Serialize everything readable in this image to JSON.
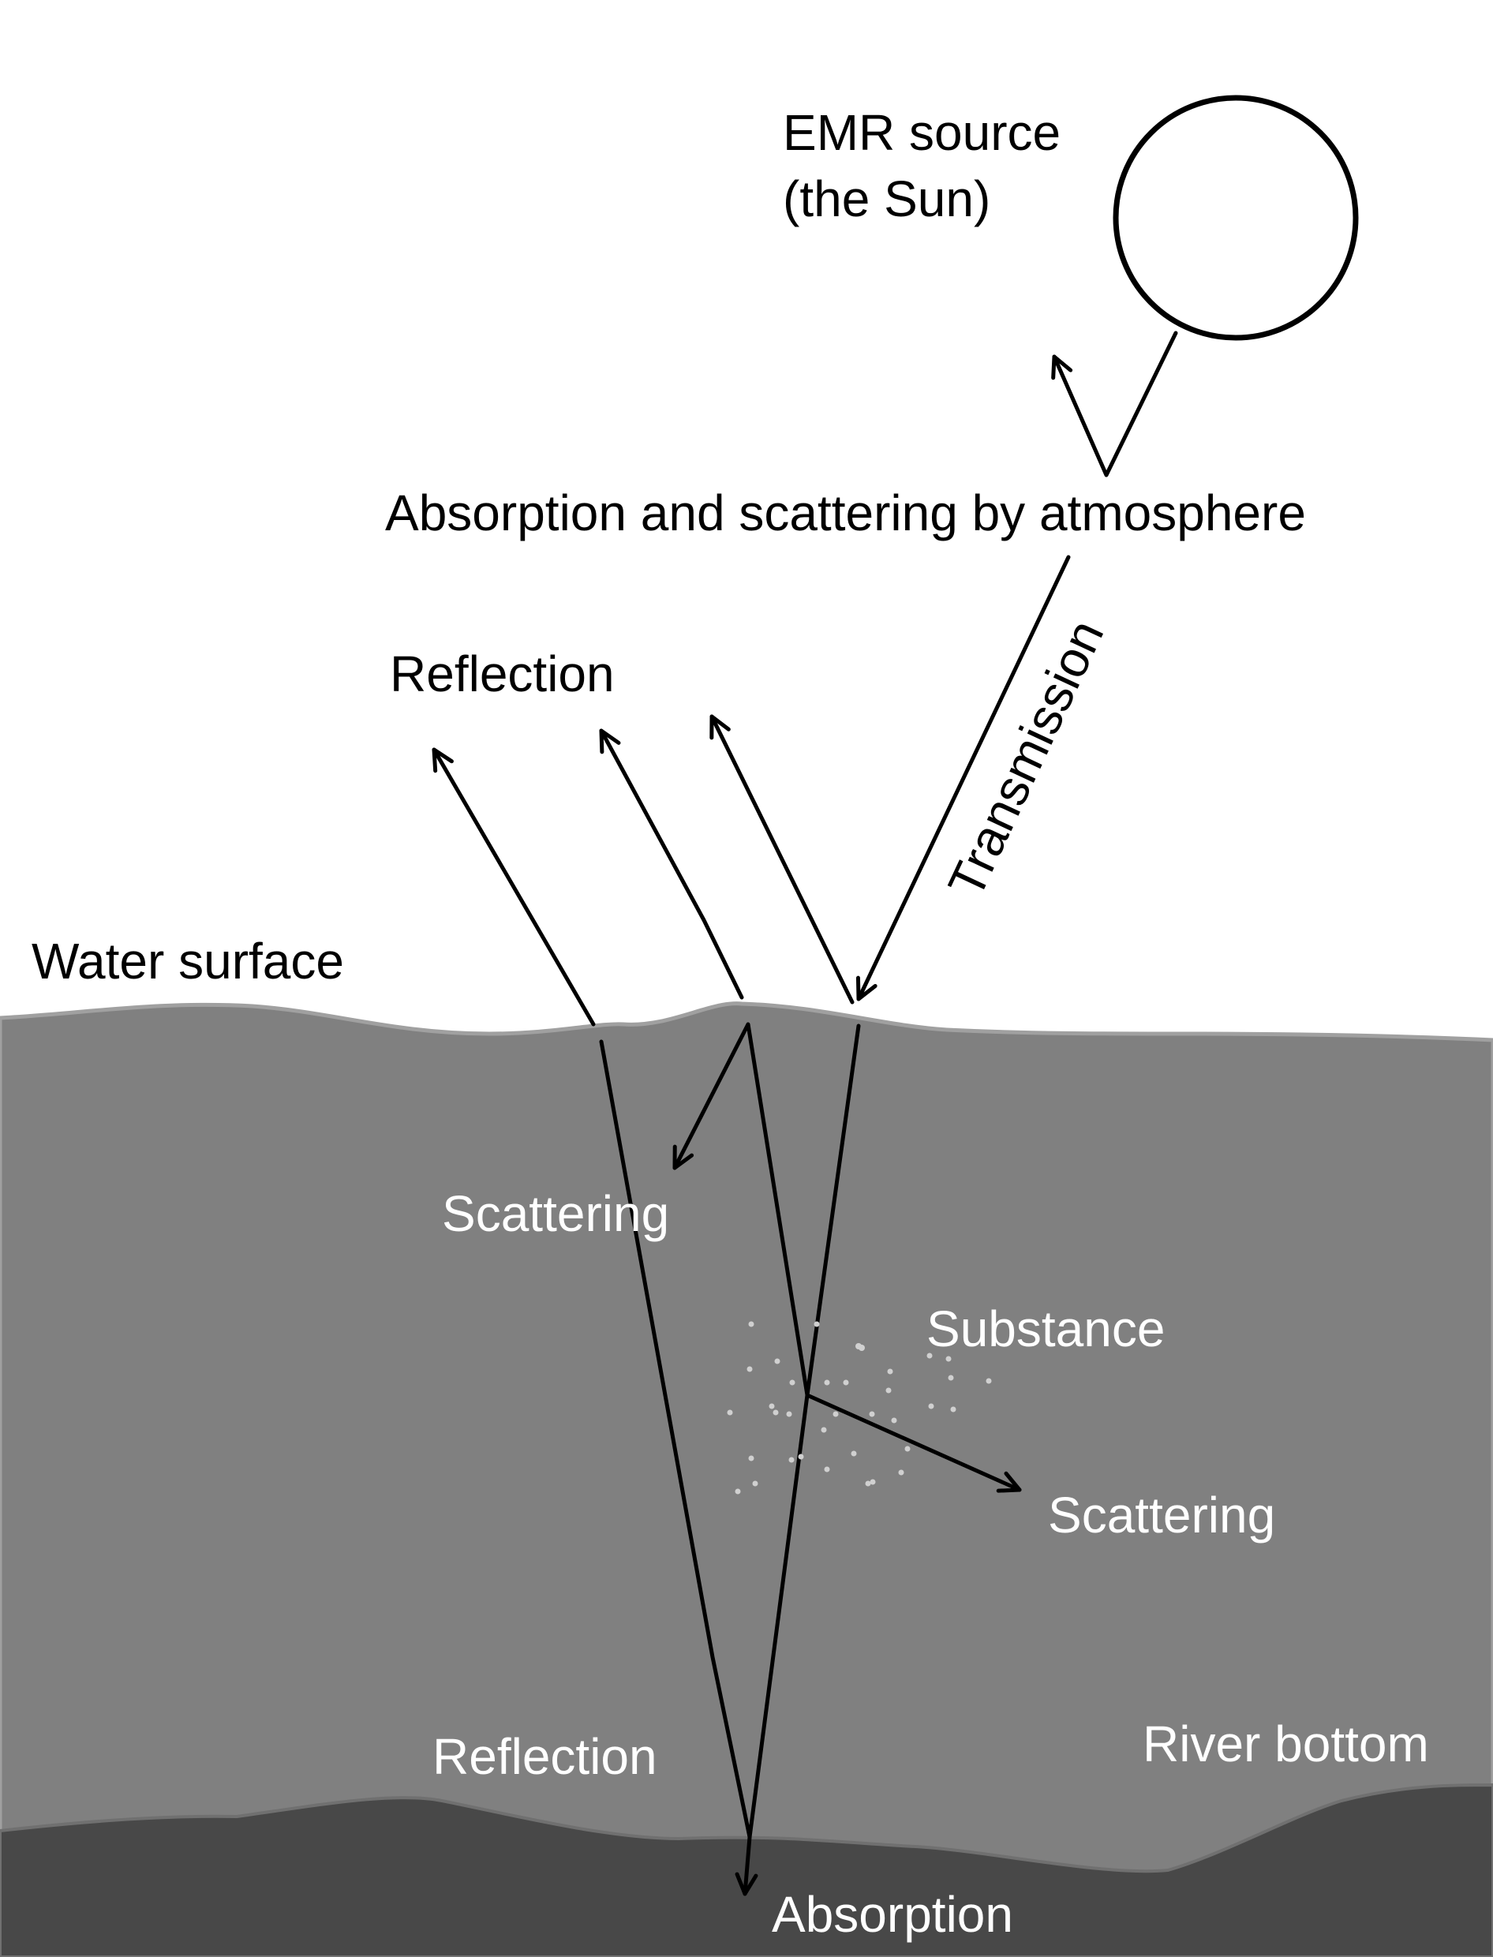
{
  "labels": {
    "source_line1": "EMR source",
    "source_line2": "(the Sun)",
    "atmosphere": "Absorption and scattering by atmosphere",
    "transmission": "Transmission",
    "reflection_surface": "Reflection",
    "water_surface": "Water surface",
    "scattering_upper": "Scattering",
    "substance": "Substance",
    "scattering_lower": "Scattering",
    "reflection_bottom": "Reflection",
    "river_bottom": "River bottom",
    "absorption": "Absorption"
  },
  "colors": {
    "background": "#ffffff",
    "water": "#808080",
    "water_surface_edge": "#a0a0a0",
    "river_bed": "#484848",
    "lines": "#000000",
    "substance_particles": "#d0d0d0"
  }
}
